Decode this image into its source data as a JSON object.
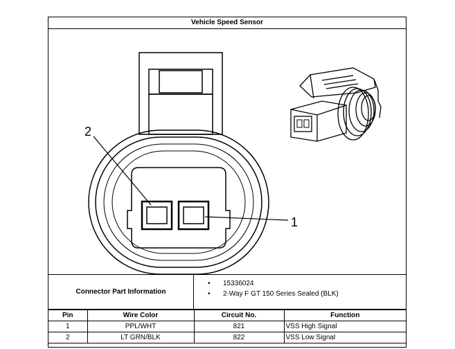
{
  "title": "Vehicle Speed Sensor",
  "connector_info": {
    "label": "Connector Part Information",
    "items": [
      "15336024",
      "2-Way F GT 150 Series Sealed (BLK)"
    ]
  },
  "pin_table": {
    "headers": [
      "Pin",
      "Wire Color",
      "Circuit No.",
      "Function"
    ],
    "rows": [
      {
        "pin": "1",
        "wire_color": "PPL/WHT",
        "circuit": "821",
        "function": "VSS High Signal"
      },
      {
        "pin": "2",
        "wire_color": "LT GRN/BLK",
        "circuit": "822",
        "function": "VSS Low Signal"
      }
    ]
  },
  "callouts": {
    "pin1": "1",
    "pin2": "2"
  }
}
